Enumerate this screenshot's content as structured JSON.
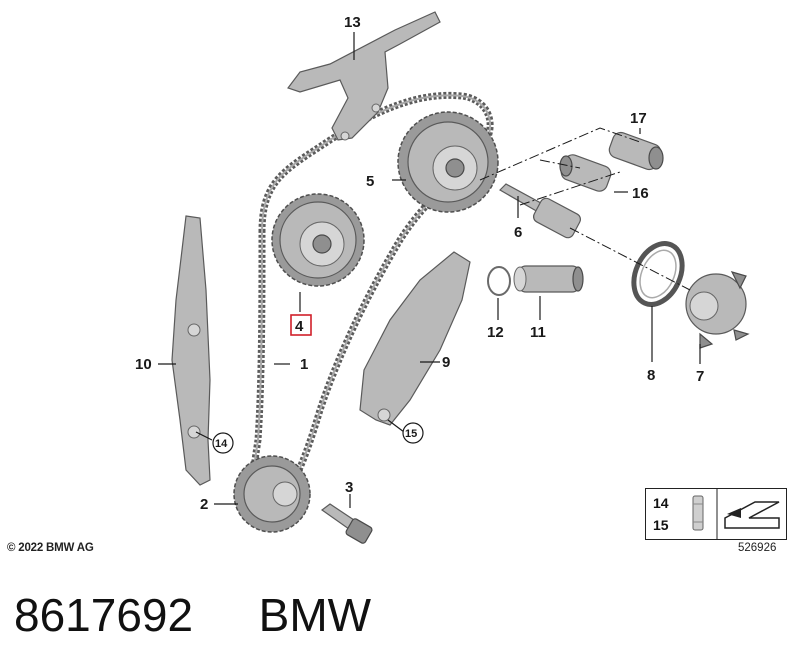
{
  "callouts": {
    "c1": "1",
    "c2": "2",
    "c3": "3",
    "c4": "4",
    "c5": "5",
    "c6": "6",
    "c7": "7",
    "c8": "8",
    "c9": "9",
    "c10": "10",
    "c11": "11",
    "c12": "12",
    "c13": "13",
    "c14": "14",
    "c15": "15",
    "c16": "16",
    "c17": "17"
  },
  "highlighted_part": "4",
  "highlight_color": "#d0202a",
  "legend": {
    "top": "14",
    "bottom": "15"
  },
  "copyright": "© 2022 BMW AG",
  "diagram_number": "526926",
  "footer": {
    "part_number": "8617692",
    "brand": "BMW"
  }
}
